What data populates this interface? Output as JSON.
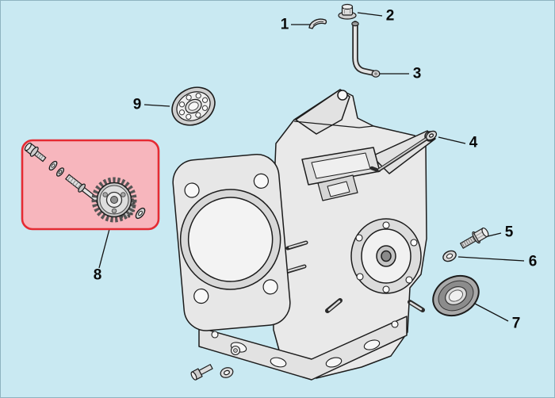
{
  "diagram": {
    "background_color": "#c9e9f2",
    "line_color": "#1c1c1c",
    "highlight": {
      "fill_color": "#f7b6bd",
      "border_color": "#e52b33",
      "highlighted_callout": "8"
    },
    "callouts": [
      {
        "label": "1",
        "part": "clip"
      },
      {
        "label": "2",
        "part": "flanged-nut"
      },
      {
        "label": "3",
        "part": "tube"
      },
      {
        "label": "4",
        "part": "rod"
      },
      {
        "label": "5",
        "part": "flange-bolt"
      },
      {
        "label": "6",
        "part": "washer"
      },
      {
        "label": "7",
        "part": "oil-seal"
      },
      {
        "label": "8",
        "part": "gear-assembly"
      },
      {
        "label": "9",
        "part": "ball-bearing"
      }
    ]
  }
}
